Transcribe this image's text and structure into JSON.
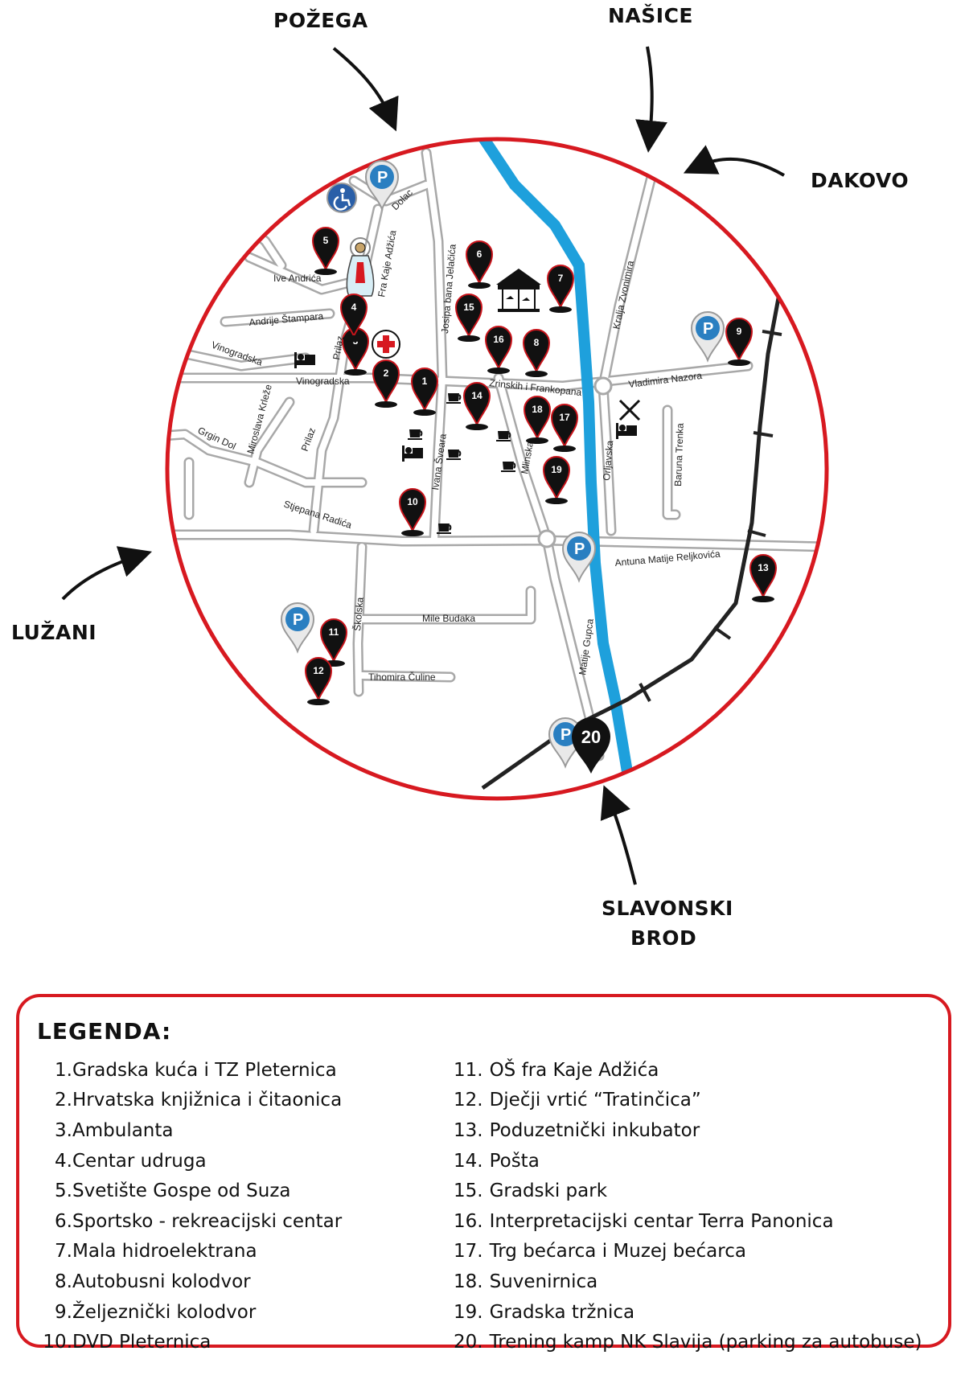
{
  "directions": {
    "pozega": "POŽEGA",
    "nasice": "NAŠICE",
    "dakovo": "DAKOVO",
    "luzani": "LUŽANI",
    "slavonski": "SLAVONSKI",
    "brod": "BROD"
  },
  "streets": {
    "dolac": "Dolac",
    "fra_kaje": "Fra Kaje Adžića",
    "ive_andrica": "Ive Andrića",
    "andrije": "Andrije Štampara",
    "vinogradska_a": "Vinogradska",
    "vinogradska_b": "Vinogradska",
    "prilaz_a": "Prilaz",
    "prilaz_b": "Prilaz",
    "josipa": "Josipa bana Jelačića",
    "kralja": "Kralja Zvonimira",
    "zrinskih": "Zrinskih i Frankopana",
    "vladimira": "Vladimira Nazora",
    "miroslava": "Miroslava Krleže",
    "grgin": "Grgin Dol",
    "ivana": "Ivana Šveara",
    "mlinska": "Mlinska",
    "orljavska": "Orljavska",
    "baruna": "Baruna Trenka",
    "stjepana": "Stjepana Radića",
    "antuna": "Antuna Matije Reljkovića",
    "skolska": "Školska",
    "mile": "Mile Budaka",
    "tihomira": "Tihomira Čuline",
    "matije": "Matije Gupca"
  },
  "pins": {
    "p1": "1",
    "p2": "2",
    "p3": "3",
    "p4": "4",
    "p5": "5",
    "p6": "6",
    "p7": "7",
    "p8": "8",
    "p9": "9",
    "p10": "10",
    "p11": "11",
    "p12": "12",
    "p13": "13",
    "p14": "14",
    "p15": "15",
    "p16": "16",
    "p17": "17",
    "p18": "18",
    "p19": "19",
    "p20": "20"
  },
  "colors": {
    "circle": "#d71920",
    "river": "#1ea0dc",
    "pin": "#111111",
    "pin_outline": "#c8141b",
    "parking": "#2a7fc1"
  },
  "legend": {
    "title": "LEGENDA:",
    "left": [
      {
        "num": "1.",
        "label": "Gradska kuća i TZ Pleternica"
      },
      {
        "num": "2.",
        "label": "Hrvatska knjižnica i čitaonica"
      },
      {
        "num": "3.",
        "label": "Ambulanta"
      },
      {
        "num": "4.",
        "label": "Centar udruga"
      },
      {
        "num": "5.",
        "label": "Svetište Gospe od Suza"
      },
      {
        "num": "6.",
        "label": "Sportsko - rekreacijski centar"
      },
      {
        "num": "7.",
        "label": "Mala hidroelektrana"
      },
      {
        "num": "8.",
        "label": "Autobusni kolodvor"
      },
      {
        "num": "9.",
        "label": "Željeznički kolodvor"
      },
      {
        "num": "10.",
        "label": "DVD Pleternica"
      }
    ],
    "right": [
      {
        "num": "11.",
        "label": "OŠ fra Kaje Adžića"
      },
      {
        "num": "12.",
        "label": "Dječji vrtić “Tratinčica”"
      },
      {
        "num": "13.",
        "label": "Poduzetnički inkubator"
      },
      {
        "num": "14.",
        "label": "Pošta"
      },
      {
        "num": "15.",
        "label": "Gradski park"
      },
      {
        "num": "16.",
        "label": "Interpretacijski centar Terra Panonica"
      },
      {
        "num": "17.",
        "label": "Trg bećarca i Muzej bećarca"
      },
      {
        "num": "18.",
        "label": "Suvenirnica"
      },
      {
        "num": "19.",
        "label": "Gradska tržnica"
      },
      {
        "num": "20.",
        "label": "Trening kamp NK Slavija (parking za autobuse)"
      }
    ]
  }
}
